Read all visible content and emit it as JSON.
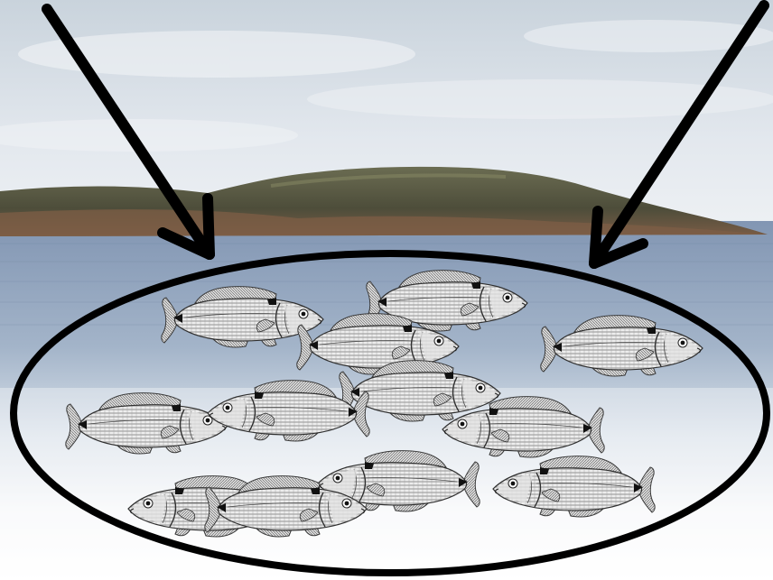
{
  "scene": {
    "description_label": "",
    "colors": {
      "sky_top": "#c9d3dc",
      "sky_bottom": "#eef1f4",
      "water_top": "#8fa3bd",
      "water_mid": "#a9b9cc",
      "water_bottom": "#ffffff",
      "island": "#5b5a44",
      "shore": "#7a5a44",
      "outline": "#000000",
      "fish_body": "#e8e8e8",
      "fish_stroke": "#3a3a3a"
    },
    "elements": {
      "arrows": [
        "left-arrow",
        "right-arrow"
      ],
      "enclosure": "ellipse-outline",
      "fish_count": 12
    }
  }
}
